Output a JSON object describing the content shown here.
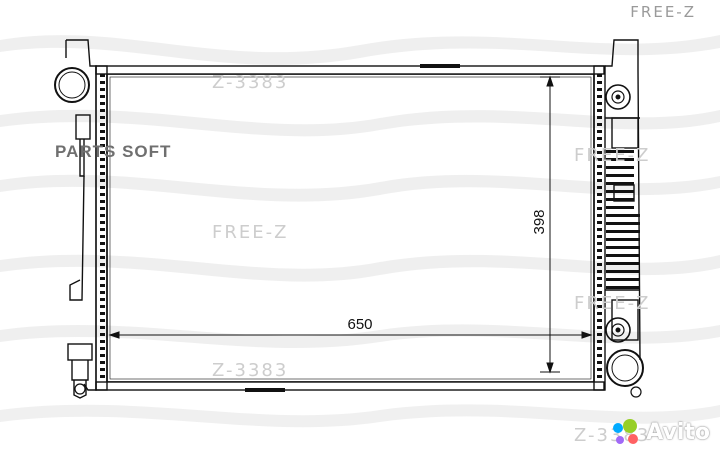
{
  "diagram": {
    "dim_width": "650",
    "dim_height": "398"
  },
  "watermarks": {
    "brand": "FREE-Z",
    "code_a": "Z-3383",
    "code_b": "Z-3383",
    "parts": "PARTS SOFT"
  },
  "badge": {
    "label": "Avito",
    "icon": "avito-dots-icon",
    "colors": [
      "#97cf26",
      "#00aaff",
      "#ff6163",
      "#a169f7"
    ]
  }
}
